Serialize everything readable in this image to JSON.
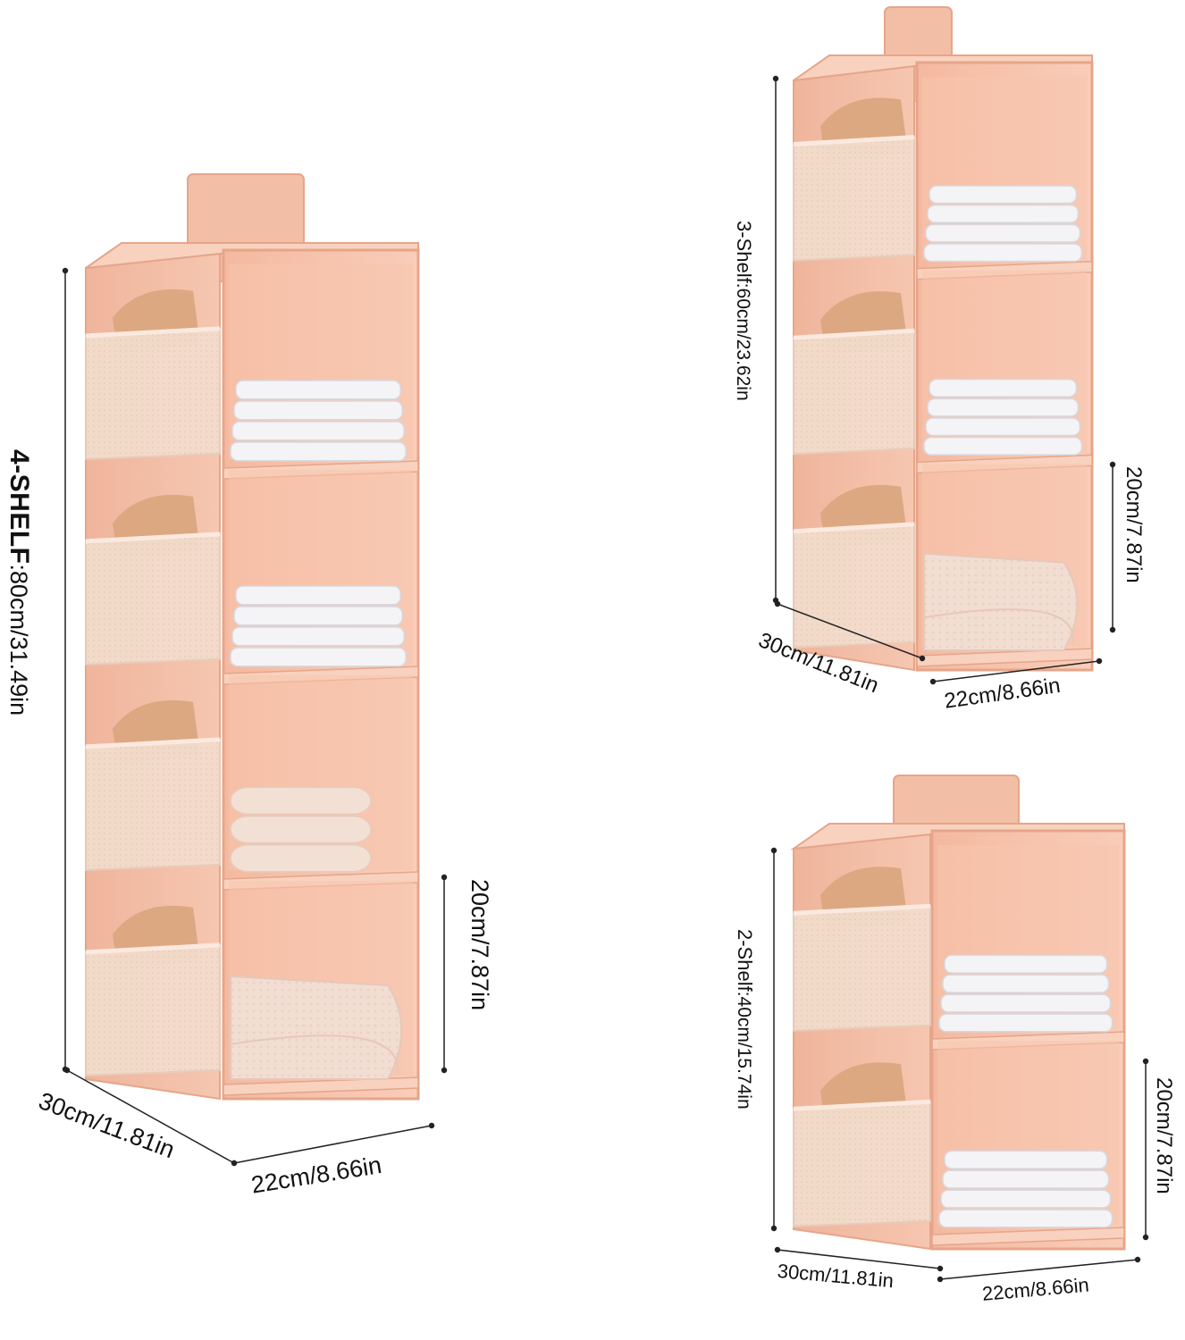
{
  "colors": {
    "fabric": "#f2bea6",
    "fabric_dark": "#e6a58a",
    "fabric_light": "#f8d2bf",
    "interior": "#f7c4ad",
    "mesh": "#f2dccb",
    "cardboard": "#d9a57d",
    "towel_white": "#f4f4f6",
    "towel_cream": "#f3e0d5",
    "dim_line": "#222222"
  },
  "organizers": [
    {
      "id": "4-shelf",
      "height_label_bold": "4-SHELF",
      "height_label_rest": ":80cm/31.49in",
      "shelf_height_label": "20cm/7.87in",
      "depth_label": "30cm/11.81in",
      "width_label": "22cm/8.66in",
      "shelves": 4
    },
    {
      "id": "3-shelf",
      "height_label_bold": "3-Shelf",
      "height_label_rest": ":60cm/23.62in",
      "shelf_height_label": "20cm/7.87in",
      "depth_label": "30cm/11.81in",
      "width_label": "22cm/8.66in",
      "shelves": 3
    },
    {
      "id": "2-shelf",
      "height_label_bold": "2-Shelf",
      "height_label_rest": ":40cm/15.74in",
      "shelf_height_label": "20cm/7.87in",
      "depth_label": "30cm/11.81in",
      "width_label": "22cm/8.66in",
      "shelves": 2
    }
  ]
}
